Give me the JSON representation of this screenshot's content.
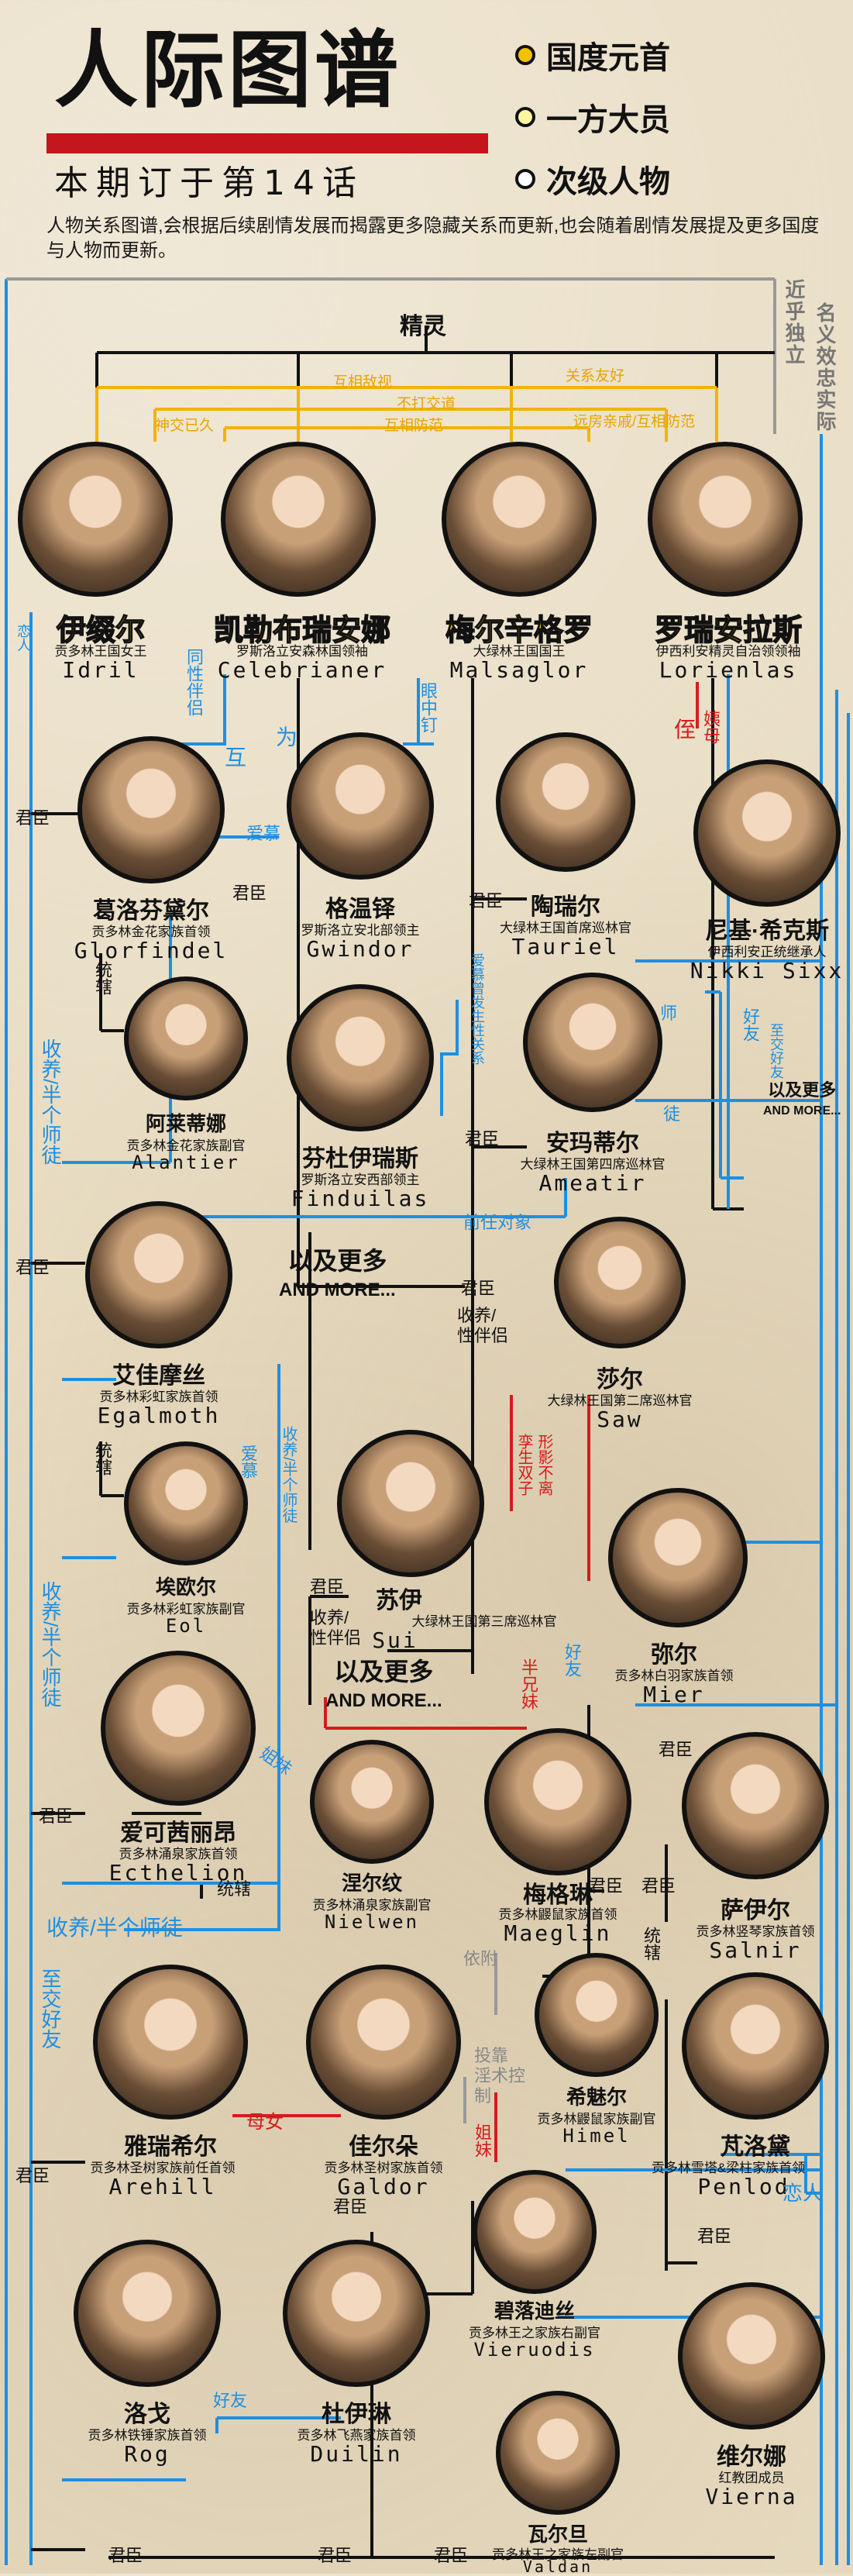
{
  "title": "人际图谱",
  "subtitle": "本期订于第14话",
  "intro": "人物关系图谱,会根据后续剧情发展而揭露更多隐藏关系而更新,也会随着剧情发展提及更多国度与人物而更新。",
  "legend": [
    {
      "label": "国度元首",
      "fill": "#f2c200"
    },
    {
      "label": "一方大员",
      "fill": "#fff5a0"
    },
    {
      "label": "次级人物",
      "fill": "#ffffff"
    }
  ],
  "side_note": [
    "近乎独立",
    "名义效忠实际"
  ],
  "root_label": "精灵",
  "top_relations": [
    "互相敌视",
    "关系友好",
    "不打交道",
    "互相防范",
    "神交已久",
    "互相防范",
    "远房亲戚/互相防范"
  ],
  "colors": {
    "blue": "#1f8fe0",
    "orange": "#f2b400",
    "red": "#d41c1c",
    "gray": "#999999",
    "black": "#111111"
  },
  "people": {
    "idril": {
      "name": "伊缀尔",
      "title": "贡多林王国女王",
      "en": "Idril"
    },
    "celebrianer": {
      "name": "凯勒布瑞安娜",
      "title": "罗斯洛立安森林国领袖",
      "en": "Celebrianer"
    },
    "malsaglor": {
      "name": "梅尔辛格罗",
      "title": "大绿林王国国王",
      "en": "Malsaglor"
    },
    "lorienlas": {
      "name": "罗瑞安拉斯",
      "title": "伊西利安精灵自治领领袖",
      "en": "Lorienlas"
    },
    "glorfindel": {
      "name": "葛洛芬黛尔",
      "title": "贡多林金花家族首领",
      "en": "Glorfindel"
    },
    "gwindor": {
      "name": "格温铎",
      "title": "罗斯洛立安北部领主",
      "en": "Gwindor"
    },
    "tauriel": {
      "name": "陶瑞尔",
      "title": "大绿林王国首席巡林官",
      "en": "Tauriel"
    },
    "nikki": {
      "name": "尼基·希克斯",
      "title": "伊西利安正统继承人",
      "en": "Nikki Sixx"
    },
    "alantier": {
      "name": "阿莱蒂娜",
      "title": "贡多林金花家族副官",
      "en": "Alantier"
    },
    "finduilas": {
      "name": "芬杜伊瑞斯",
      "title": "罗斯洛立安西部领主",
      "en": "Finduilas"
    },
    "ameatir": {
      "name": "安玛蒂尔",
      "title": "大绿林王国第四席巡林官",
      "en": "Ameatir"
    },
    "egalmoth": {
      "name": "艾佳摩丝",
      "title": "贡多林彩虹家族首领",
      "en": "Egalmoth"
    },
    "saw": {
      "name": "莎尔",
      "title": "大绿林王国第二席巡林官",
      "en": "Saw"
    },
    "eol": {
      "name": "埃欧尔",
      "title": "贡多林彩虹家族副官",
      "en": "Eol"
    },
    "sui": {
      "name": "苏伊",
      "title": "大绿林王国第三席巡林官",
      "en": "Sui"
    },
    "mier": {
      "name": "弥尔",
      "title": "贡多林白羽家族首领",
      "en": "Mier"
    },
    "ecthelion": {
      "name": "爱可茜丽昂",
      "title": "贡多林涌泉家族首领",
      "en": "Ecthelion"
    },
    "nielwen": {
      "name": "涅尔纹",
      "title": "贡多林涌泉家族副官",
      "en": "Nielwen"
    },
    "maeglin": {
      "name": "梅格琳",
      "title": "贡多林鼹鼠家族首领",
      "en": "Maeglin"
    },
    "salnir": {
      "name": "萨伊尔",
      "title": "贡多林竖琴家族首领",
      "en": "Salnir"
    },
    "himel": {
      "name": "希魅尔",
      "title": "贡多林鼹鼠家族副官",
      "en": "Himel"
    },
    "arehill": {
      "name": "雅瑞希尔",
      "title": "贡多林圣树家族前任首领",
      "en": "Arehill"
    },
    "galdor": {
      "name": "佳尔朵",
      "title": "贡多林圣树家族首领",
      "en": "Galdor"
    },
    "penlod": {
      "name": "芃洛黛",
      "title": "贡多林雪塔&梁柱家族首领",
      "en": "Penlod"
    },
    "vieruodis": {
      "name": "碧落迪丝",
      "title": "贡多林王之家族右副官",
      "en": "Vieruodis"
    },
    "rog": {
      "name": "洛戈",
      "title": "贡多林铁锤家族首领",
      "en": "Rog"
    },
    "duilin": {
      "name": "杜伊琳",
      "title": "贡多林飞燕家族首领",
      "en": "Duilin"
    },
    "vierna": {
      "name": "维尔娜",
      "title": "红教团成员",
      "en": "Vierna"
    },
    "valdan": {
      "name": "瓦尔旦",
      "title": "贡多林王之家族左副官",
      "en": "Valdan"
    }
  },
  "more_label": "以及更多",
  "more_label_en": "AND MORE...",
  "relations": {
    "lover": "恋人",
    "same_sex_partner": "同性伴侣",
    "mutual": "互",
    "eye_nail": "眼中钉",
    "as": "为",
    "niece_aunt_l": "侄",
    "niece_aunt_r": "姨母",
    "ruler_subject": "君臣",
    "admire": "爱慕",
    "admire_same_sex": "爱慕曾发生性关系",
    "master": "师",
    "friend": "好友",
    "apprentice": "徒",
    "close_friends": "至交好友",
    "adopted": "收养/半个师徒",
    "former_target": "前任对象",
    "govern": "统辖",
    "partner": "收养/性伴侣",
    "twins": "孪生双子",
    "inseparable": "形影不离",
    "half_sister": "半兄妹",
    "sister_in_law": "姐妹",
    "rely": "依附",
    "mother_daughter": "母女",
    "serve": "投靠",
    "controlled": "淫术控制",
    "sisters": "姐妹",
    "good_friends": "好友"
  }
}
